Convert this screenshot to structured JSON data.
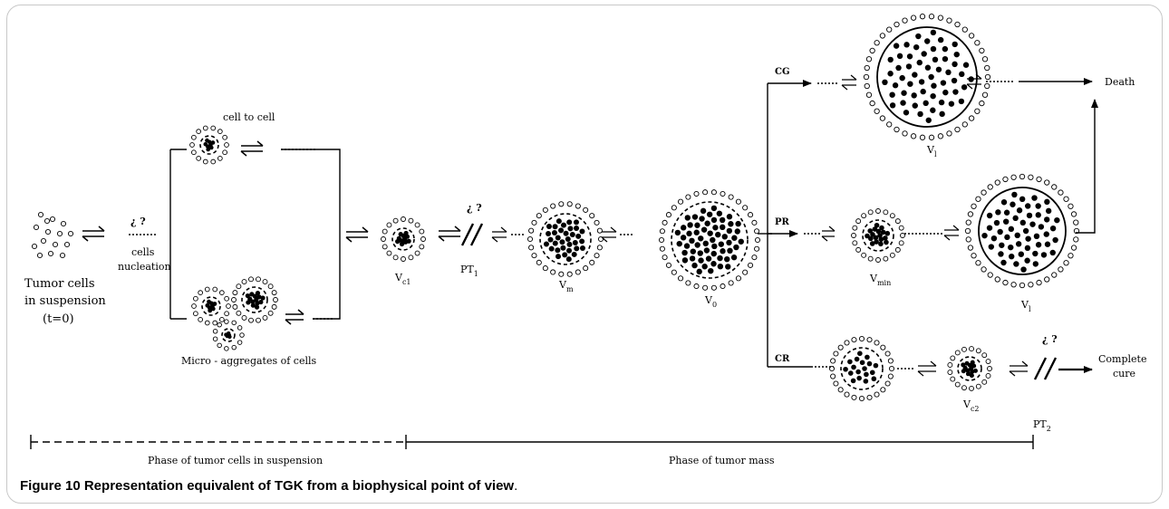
{
  "caption": {
    "title": "Figure 10 Representation equivalent of TGK from a biophysical point of view",
    "period": "."
  },
  "labels": {
    "tumor_cells": "Tumor cells",
    "in_suspension": "in suspension",
    "t0": "(t=0)",
    "question_mark": "¿ ?",
    "cells": "cells",
    "nucleation": "nucleation",
    "cell_to_cell": "cell to cell",
    "micro_aggregates": "Micro - aggregates of cells",
    "pt1": "PT",
    "pt1_sub": "1",
    "pt2": "PT",
    "pt2_sub": "2",
    "v_c1": "V",
    "v_c1_sub": "c1",
    "v_m": "V",
    "v_m_sub": "m",
    "v_0": "V",
    "v_0_sub": "0",
    "v_min": "V",
    "v_min_sub": "min",
    "v_l_top": "V",
    "v_l_top_sub": "l",
    "v_l_mid": "V",
    "v_l_mid_sub": "l",
    "v_c2": "V",
    "v_c2_sub": "c2",
    "cg": "CG",
    "pr": "PR",
    "cr": "CR",
    "death": "Death",
    "complete": "Complete",
    "cure": "cure"
  },
  "phases": {
    "suspension": "Phase of tumor cells in suspension",
    "mass": "Phase of tumor mass"
  }
}
